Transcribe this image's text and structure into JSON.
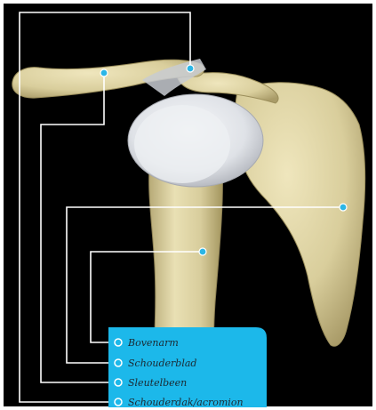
{
  "colors": {
    "background": "#000000",
    "frame": "#ffffff",
    "bone": "#dcd2a3",
    "bone_shadow": "#b4a777",
    "cartilage": "#e6e8ec",
    "leader_line": "#ffffff",
    "dot": "#2bb6e6",
    "label_panel": "#1cb8ea"
  },
  "labels": [
    {
      "id": "bovenarm",
      "text": "Bovenarm"
    },
    {
      "id": "schouderblad",
      "text": "Schouderblad"
    },
    {
      "id": "sleutelbeen",
      "text": "Sleutelbeen"
    },
    {
      "id": "schouderdak",
      "text": "Schouderdak/acromion"
    }
  ]
}
